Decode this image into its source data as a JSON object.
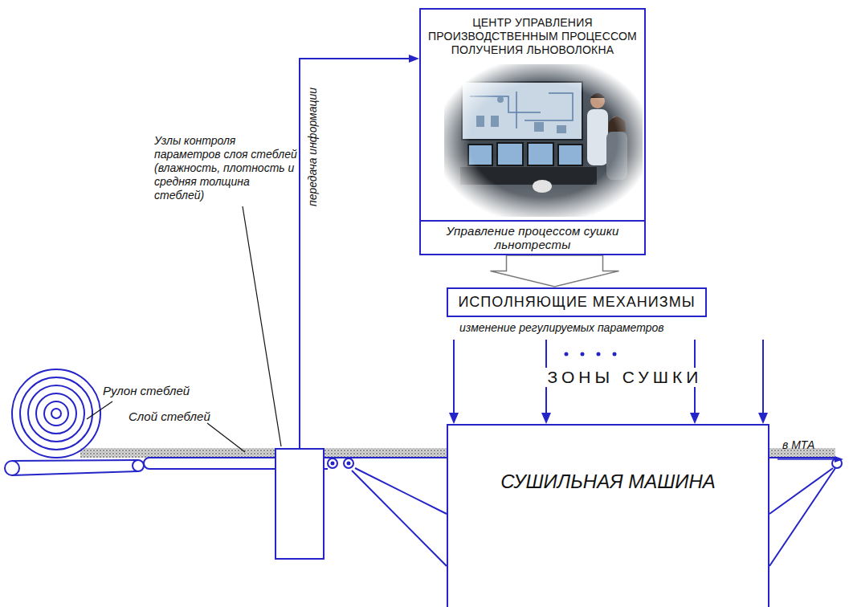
{
  "diagram": {
    "nodes": [
      {
        "text": [
          "ЦЕНТР УПРАВЛЕНИЯ ПРОИЗВОДСТВЕННЫМ ПРОЦЕССОМ ПОЛУЧЕНИЯ ЛЬНОВОЛОКНА"
        ]
      },
      {
        "text": [
          "Управление процессом сушки льнотресты"
        ],
        "in": 0
      },
      {
        "text": [
          "ИСПОЛНЯЮЩИЕ МЕХАНИЗМЫ"
        ]
      },
      {
        "text": [
          "Узлы контроля параметров слоя стеблей (влажность, плотность и средняя толщина стеблей)"
        ]
      },
      {
        "text": [
          "СУШИЛЬНАЯ МАШИНА"
        ]
      }
    ],
    "edges": [
      {
        "from": 3,
        "to": 0,
        "arrow": "to",
        "label": "передача информации"
      },
      {
        "from": 1,
        "to": 2,
        "arrow": "to"
      }
    ],
    "labels": [
      "Рулон стеблей",
      "Слой стеблей",
      "изменение регулируемых параметров",
      "ЗОНЫ СУШКИ",
      "в МТА"
    ]
  }
}
